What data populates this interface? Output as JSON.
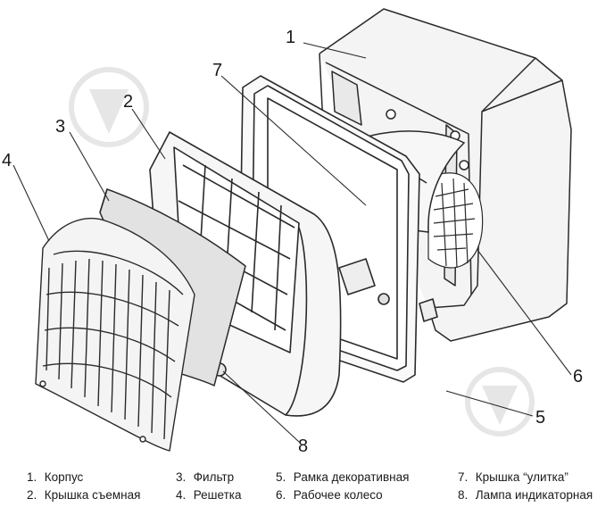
{
  "callouts": [
    "1",
    "2",
    "3",
    "4",
    "5",
    "6",
    "7",
    "8"
  ],
  "legend": [
    {
      "num": "1.",
      "text": "Корпус"
    },
    {
      "num": "2.",
      "text": "Крышка съемная"
    },
    {
      "num": "3.",
      "text": "Фильтр"
    },
    {
      "num": "4.",
      "text": "Решетка"
    },
    {
      "num": "5.",
      "text": "Рамка декоративная"
    },
    {
      "num": "6.",
      "text": "Рабочее колесо"
    },
    {
      "num": "7.",
      "text": "Крышка “улитка”"
    },
    {
      "num": "8.",
      "text": "Лампа индикаторная"
    }
  ],
  "colors": {
    "line": "#2a2a2a",
    "body_fill": "#f4f4f4",
    "watermark": "#e4e4e4"
  }
}
